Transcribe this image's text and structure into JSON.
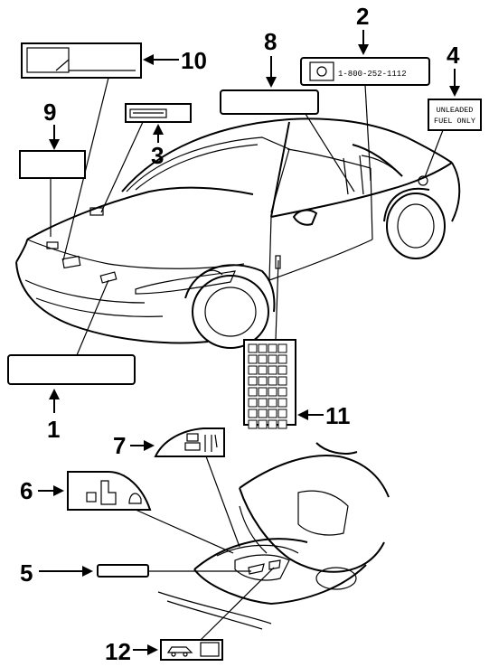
{
  "callouts": [
    {
      "id": "1",
      "text": "1"
    },
    {
      "id": "2",
      "text": "2"
    },
    {
      "id": "3",
      "text": "3"
    },
    {
      "id": "4",
      "text": "4"
    },
    {
      "id": "5",
      "text": "5"
    },
    {
      "id": "6",
      "text": "6"
    },
    {
      "id": "7",
      "text": "7"
    },
    {
      "id": "8",
      "text": "8"
    },
    {
      "id": "9",
      "text": "9"
    },
    {
      "id": "10",
      "text": "10"
    },
    {
      "id": "11",
      "text": "11"
    },
    {
      "id": "12",
      "text": "12"
    }
  ],
  "labels": {
    "phone": "1-800-252-1112",
    "fuel_line1": "UNLEADED",
    "fuel_line2": "FUEL ONLY"
  }
}
